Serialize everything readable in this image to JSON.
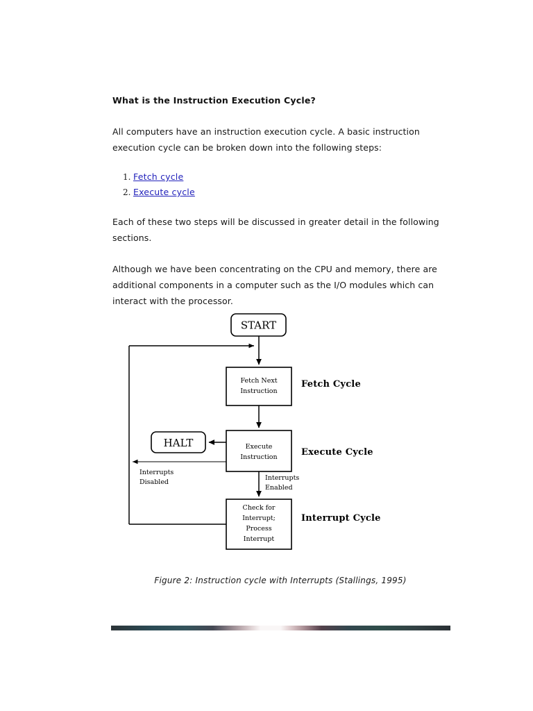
{
  "document": {
    "heading": "What is the Instruction Execution Cycle?",
    "paragraph_1": "All computers have an instruction execution cycle. A basic instruction execution cycle can be broken down into the following steps:",
    "paragraph_2": "Each of these two steps will be discussed in greater detail in the following sections.",
    "paragraph_3": "Although we have been concentrating on the CPU and memory, there are additional components in a computer such as the I/O modules which can interact with the processor.",
    "steps": [
      {
        "number": "1.",
        "label": "Fetch cycle"
      },
      {
        "number": "2.",
        "label": "Execute cycle"
      }
    ],
    "link_color": "#2222bb"
  },
  "figure": {
    "caption": "Figure 2: Instruction cycle with Interrupts (Stallings, 1995)",
    "nodes": {
      "start": "START",
      "fetch": "Fetch Next\nInstruction",
      "fetch_line1": "Fetch Next",
      "fetch_line2": "Instruction",
      "halt": "HALT",
      "execute_line1": "Execute",
      "execute_line2": "Instruction",
      "check_line1": "Check for",
      "check_line2": "Interrupt;",
      "check_line3": "Process",
      "check_line4": "Interrupt"
    },
    "edge_labels": {
      "interrupts_disabled_line1": "Interrupts",
      "interrupts_disabled_line2": "Disabled",
      "interrupts_enabled_line1": "Interrupts",
      "interrupts_enabled_line2": "Enabled"
    },
    "cycle_labels": {
      "fetch": "Fetch Cycle",
      "execute": "Execute Cycle",
      "interrupt": "Interrupt Cycle"
    }
  }
}
